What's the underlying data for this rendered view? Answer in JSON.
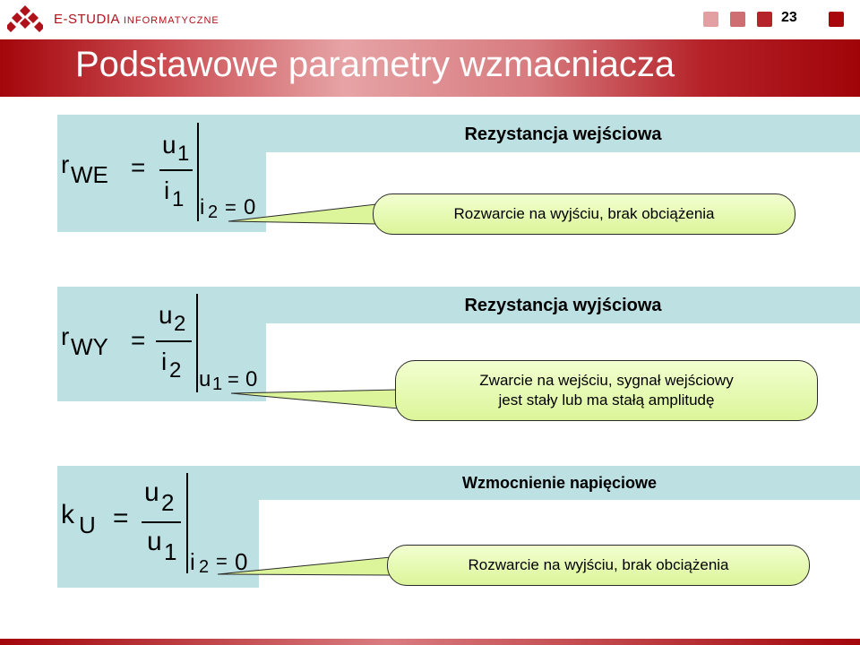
{
  "header": {
    "brand_main": "E-STUDIA",
    "brand_sub": "INFORMATYCZNE",
    "page_number": "23",
    "logo_icon": "estudia-logo-icon",
    "square_colors": [
      "#e2a0a2",
      "#cf6e72",
      "#b5242a",
      "#a8070d"
    ]
  },
  "title": "Podstawowe parametry wzmacniacza",
  "sections": [
    {
      "heading": "Rezystancja wejściowa",
      "formula": {
        "lhs_base": "r",
        "lhs_sub": "WE",
        "eq": "=",
        "num": "u",
        "num_sub": "1",
        "den": "i",
        "den_sub": "1",
        "cond_var": "i",
        "cond_sub": "2",
        "cond_eq": "=",
        "cond_val": "0"
      },
      "callout": [
        "Rozwarcie na wyjściu, brak obciążenia"
      ]
    },
    {
      "heading": "Rezystancja wyjściowa",
      "formula": {
        "lhs_base": "r",
        "lhs_sub": "WY",
        "eq": "=",
        "num": "u",
        "num_sub": "2",
        "den": "i",
        "den_sub": "2",
        "cond_var": "u",
        "cond_sub": "1",
        "cond_eq": "=",
        "cond_val": "0"
      },
      "callout": [
        "Zwarcie na wejściu, sygnał wejściowy",
        "jest stały lub ma stałą amplitudę"
      ]
    },
    {
      "heading": "Wzmocnienie napięciowe",
      "formula": {
        "lhs_base": "k",
        "lhs_sub": "U",
        "eq": "=",
        "num": "u",
        "num_sub": "2",
        "den": "u",
        "den_sub": "1",
        "cond_var": "i",
        "cond_sub": "2",
        "cond_eq": "=",
        "cond_val": "0"
      },
      "callout": [
        "Rozwarcie na wyjściu, brak obciążenia"
      ]
    }
  ],
  "colors": {
    "accent": "#a3060b",
    "band": "#bde0e3",
    "callout": "#dcf59a"
  }
}
